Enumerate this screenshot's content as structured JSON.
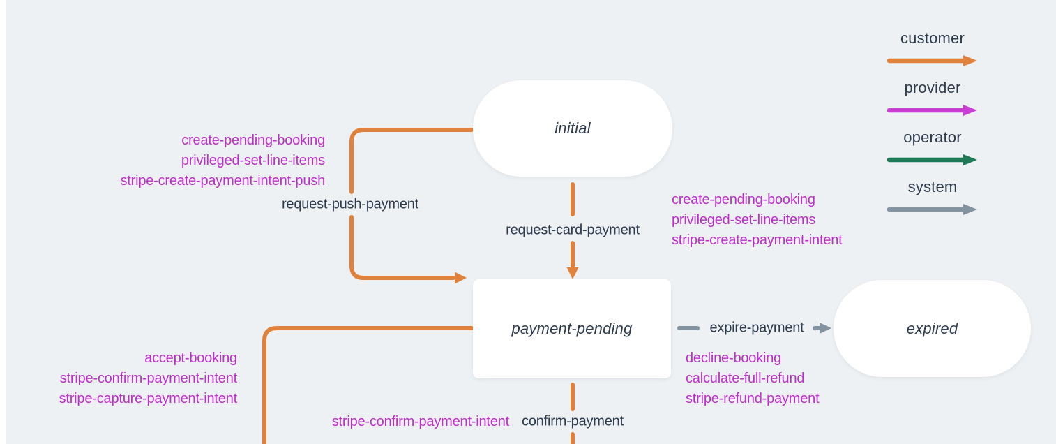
{
  "colors": {
    "customer": "#e0823c",
    "provider": "#ca3ed4",
    "operator": "#1f7a58",
    "system": "#8493a0",
    "action": "#bb30c8",
    "text": "#2e3b4d",
    "background": "#edf1f4",
    "node": "#ffffff"
  },
  "legend": {
    "items": [
      {
        "label": "customer",
        "icon": "arrow-right-icon",
        "color": "#e0823c"
      },
      {
        "label": "provider",
        "icon": "arrow-right-icon",
        "color": "#ca3ed4"
      },
      {
        "label": "operator",
        "icon": "arrow-right-icon",
        "color": "#1f7a58"
      },
      {
        "label": "system",
        "icon": "arrow-right-icon",
        "color": "#8493a0"
      }
    ]
  },
  "states": {
    "initial": {
      "label": "initial"
    },
    "payment_pending": {
      "label": "payment-pending"
    },
    "expired": {
      "label": "expired"
    }
  },
  "transitions": {
    "request_push_payment": {
      "label": "request-push-payment",
      "actor": "customer",
      "actions": [
        "create-pending-booking",
        "privileged-set-line-items",
        "stripe-create-payment-intent-push"
      ]
    },
    "request_card_payment": {
      "label": "request-card-payment",
      "actor": "customer",
      "actions": [
        "create-pending-booking",
        "privileged-set-line-items",
        "stripe-create-payment-intent"
      ]
    },
    "expire_payment": {
      "label": "expire-payment",
      "actor": "system",
      "actions": [
        "decline-booking",
        "calculate-full-refund",
        "stripe-refund-payment"
      ]
    },
    "accept_partial": {
      "actor": "customer",
      "actions": [
        "accept-booking",
        "stripe-confirm-payment-intent",
        "stripe-capture-payment-intent"
      ]
    },
    "confirm_payment": {
      "label": "confirm-payment",
      "actor": "customer",
      "actions": [
        "stripe-confirm-payment-intent"
      ]
    }
  }
}
